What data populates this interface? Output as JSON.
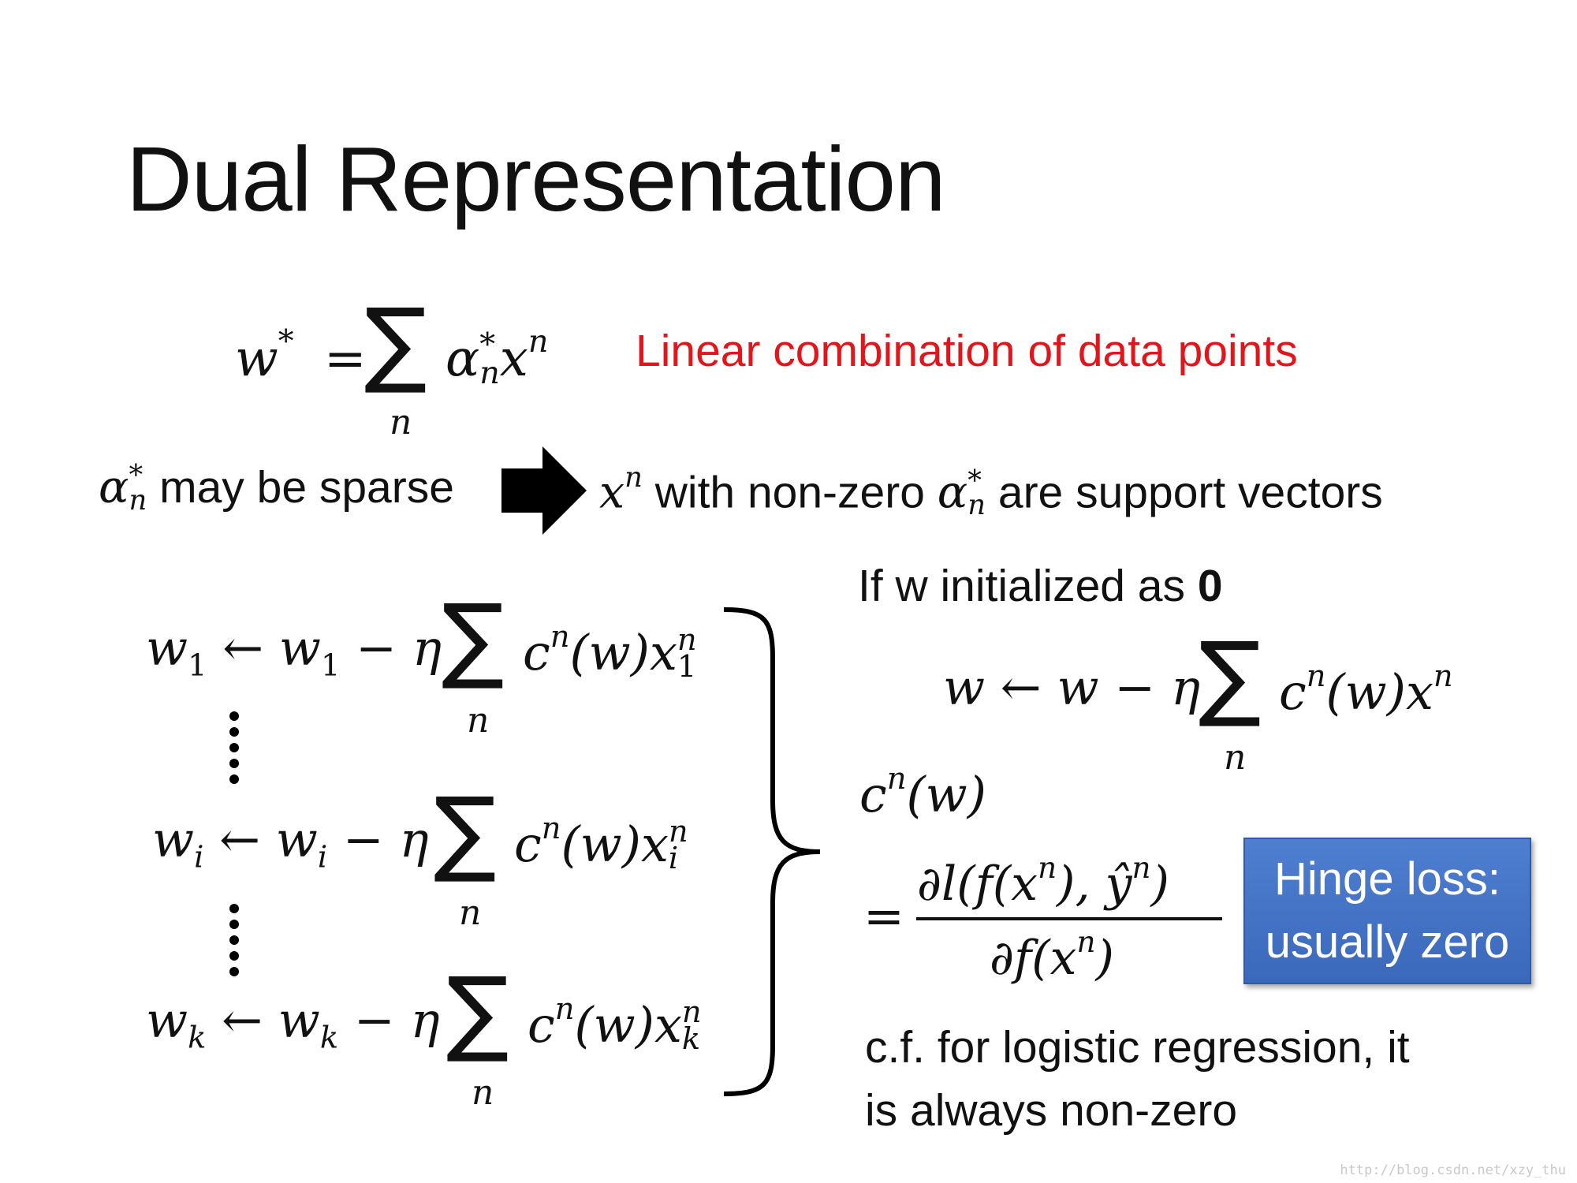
{
  "slide": {
    "title": "Dual Representation",
    "eq_main": {
      "lhs": "w",
      "lhs_sup": "*",
      "eq": "=",
      "sum": "∑",
      "sum_sub": "n",
      "alpha": "α",
      "alpha_sub": "n",
      "alpha_sup": "*",
      "x": "x",
      "x_sup": "n"
    },
    "note_linear": "Linear combination of data points",
    "sparse_left_alpha": "α",
    "sparse_left_sub": "n",
    "sparse_left_sup": "*",
    "sparse_left_text": " may be sparse",
    "sparse_right_x": "x",
    "sparse_right_x_sup": "n",
    "sparse_right_text1": " with non-zero ",
    "sparse_right_alpha": "α",
    "sparse_right_alpha_sub": "n",
    "sparse_right_alpha_sup": "*",
    "sparse_right_text2": " are support vectors",
    "update_1": {
      "w": "w",
      "sub": "1",
      "arrow": "←",
      "minus": "−",
      "eta": "η",
      "sum": "∑",
      "sum_sub": "n",
      "c": "c",
      "c_sup": "n",
      "paren": "(w)",
      "x": "x",
      "x_sup": "n",
      "x_sub": "1"
    },
    "update_i": {
      "w": "w",
      "sub": "i",
      "arrow": "←",
      "minus": "−",
      "eta": "η",
      "sum": "∑",
      "sum_sub": "n",
      "c": "c",
      "c_sup": "n",
      "paren": "(w)",
      "x": "x",
      "x_sup": "n",
      "x_sub": "i"
    },
    "update_k": {
      "w": "w",
      "sub": "k",
      "arrow": "←",
      "minus": "−",
      "eta": "η",
      "sum": "∑",
      "sum_sub": "n",
      "c": "c",
      "c_sup": "n",
      "paren": "(w)",
      "x": "x",
      "x_sup": "n",
      "x_sub": "k"
    },
    "init_text": "If w initialized as ",
    "init_bold": "0",
    "eq_update": {
      "w1": "w",
      "arrow": "←",
      "w2": "w",
      "minus": "−",
      "eta": "η",
      "sum": "∑",
      "sum_sub": "n",
      "c": "c",
      "c_sup": "n",
      "paren": "(w)",
      "x": "x",
      "x_sup": "n"
    },
    "cnw": {
      "c": "c",
      "c_sup": "n",
      "paren": "(w)"
    },
    "eq_sign": "=",
    "frac_num": "∂l(f(x",
    "frac_num_sup": "n",
    "frac_num_mid": "), ŷ",
    "frac_num_sup2": "n",
    "frac_num_end": ")",
    "frac_den": "∂f(x",
    "frac_den_sup": "n",
    "frac_den_end": ")",
    "hinge_line1": "Hinge loss:",
    "hinge_line2": "usually zero",
    "cf_line1": "c.f. for logistic regression, it",
    "cf_line2": "is always non-zero",
    "watermark": "http://blog.csdn.net/xzy_thu"
  },
  "colors": {
    "note_red": "#e3151b",
    "hinge_blue": "#3b68bb",
    "text": "#111111"
  }
}
